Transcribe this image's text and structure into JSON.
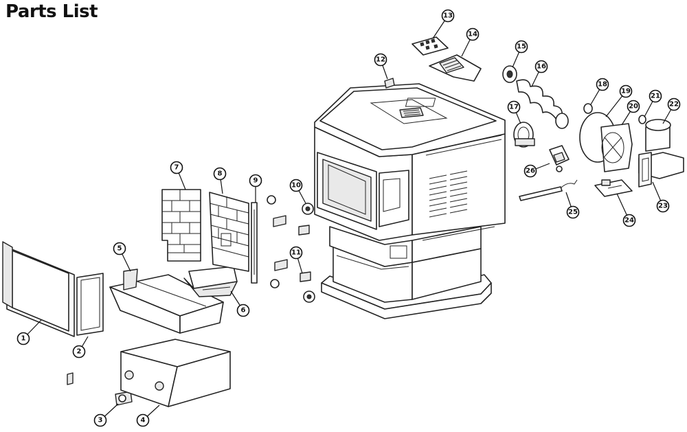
{
  "title": "Parts List",
  "callouts": [
    {
      "n": "1"
    },
    {
      "n": "2"
    },
    {
      "n": "3"
    },
    {
      "n": "4"
    },
    {
      "n": "5"
    },
    {
      "n": "6"
    },
    {
      "n": "7"
    },
    {
      "n": "8"
    },
    {
      "n": "9"
    },
    {
      "n": "10"
    },
    {
      "n": "11"
    },
    {
      "n": "12"
    },
    {
      "n": "13"
    },
    {
      "n": "14"
    },
    {
      "n": "15"
    },
    {
      "n": "16"
    },
    {
      "n": "17"
    },
    {
      "n": "18"
    },
    {
      "n": "19"
    },
    {
      "n": "20"
    },
    {
      "n": "21"
    },
    {
      "n": "22"
    },
    {
      "n": "23"
    },
    {
      "n": "24"
    },
    {
      "n": "25"
    },
    {
      "n": "26"
    }
  ]
}
